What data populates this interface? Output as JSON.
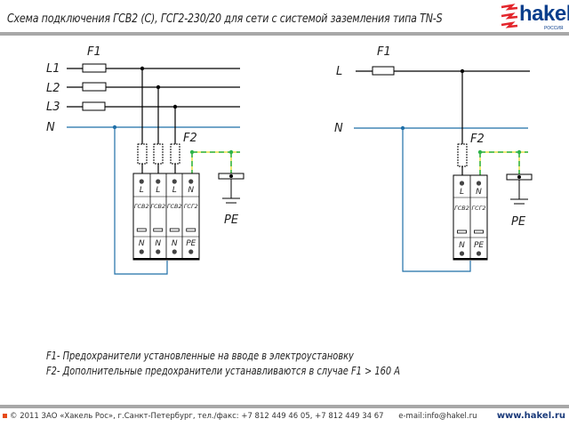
{
  "header": {
    "title": "Схема подключения ГСВ2 (С), ГСГ2-230/20 для сети с системой заземления  типа TN-S",
    "logo": {
      "word": "hakel",
      "sub": "РОССИЯ",
      "icon": "lightning-bolts-icon"
    }
  },
  "diagram_3ph": {
    "fuse_label": "F1",
    "lines": [
      "L1",
      "L2",
      "L3",
      "N"
    ],
    "f2_label": "F2",
    "modules": [
      {
        "top": "L",
        "name": "ГСВ2",
        "bottom": "N"
      },
      {
        "top": "L",
        "name": "ГСВ2",
        "bottom": "N"
      },
      {
        "top": "L",
        "name": "ГСВ2",
        "bottom": "N"
      },
      {
        "top": "N",
        "name": "ГСГ2",
        "bottom": "PE"
      }
    ],
    "pe_label": "PE"
  },
  "diagram_1ph": {
    "fuse_label": "F1",
    "lines": [
      "L",
      "N"
    ],
    "f2_label": "F2",
    "modules": [
      {
        "top": "L",
        "name": "ГСВ2",
        "bottom": "N"
      },
      {
        "top": "N",
        "name": "ГСГ2",
        "bottom": "PE"
      }
    ],
    "pe_label": "PE"
  },
  "notes": [
    "F1- Предохранители установленные на вводе в электроустановку",
    "F2- Дополнительные предохранители устанавливаются в случае F1 > 160 A"
  ],
  "footer": {
    "copyright": "© 2011 ЗАО «Хакель Рос», г.Санкт-Петербург, тел./факс: +7 812 449 46 05, +7 812 449 34 67",
    "email": "e-mail:info@hakel.ru",
    "website": "www.hakel.ru"
  },
  "colors": {
    "phase": "#000000",
    "neutral": "#1f6fa8",
    "pe_green": "#2db34a",
    "pe_yellow": "#e8e04a",
    "brand": "#0a3e8c",
    "logo_red": "#e3262c"
  }
}
